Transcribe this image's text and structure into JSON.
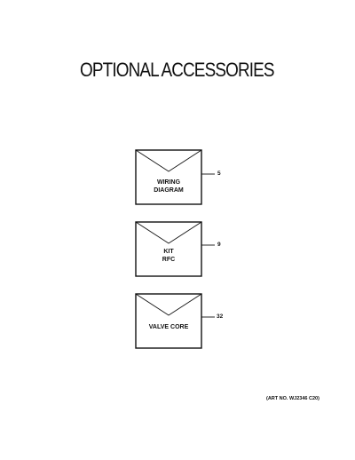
{
  "page": {
    "title": "OPTIONAL ACCESSORIES",
    "art_number": "(ART NO. WJ2346 C20)"
  },
  "accessories": [
    {
      "label_line1": "WIRING",
      "label_line2": "DIAGRAM",
      "callout": "5"
    },
    {
      "label_line1": "KIT",
      "label_line2": "RFC",
      "callout": "9"
    },
    {
      "label_line1": "VALVE CORE",
      "label_line2": "",
      "callout": "32"
    }
  ],
  "icons": {
    "part_symbol": "envelope-icon"
  }
}
